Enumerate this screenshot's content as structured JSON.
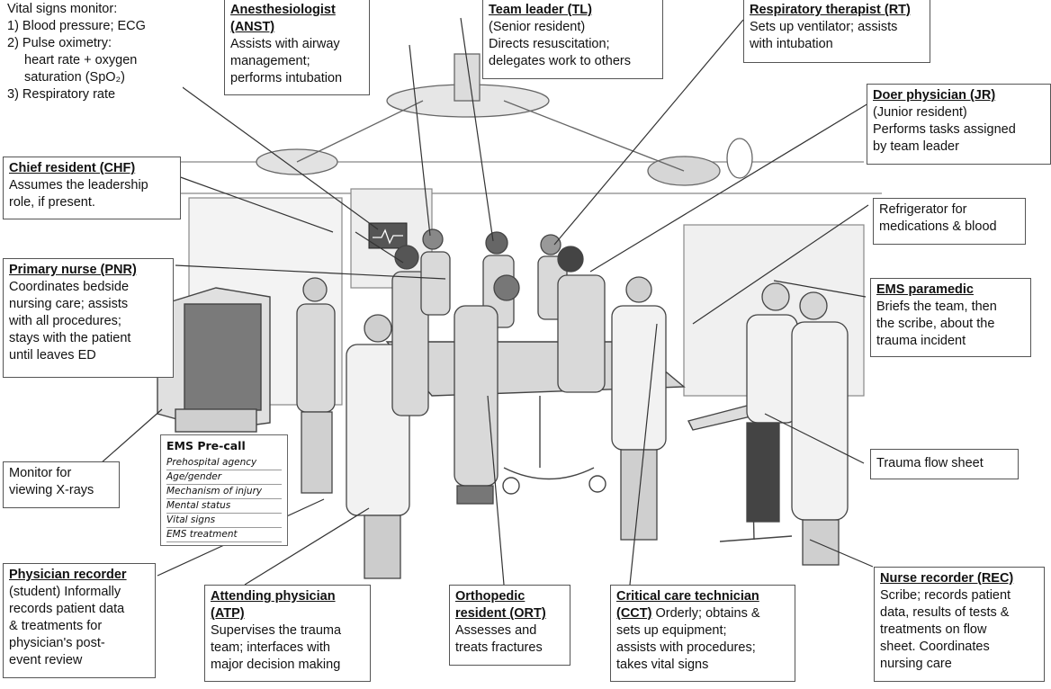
{
  "vitals": {
    "line1": "Vital signs monitor:",
    "line2": "1) Blood pressure; ECG",
    "line3": "2) Pulse oximetry:",
    "line4": "heart rate + oxygen",
    "line5": "saturation (SpO₂)",
    "line6": "3) Respiratory rate"
  },
  "anst": {
    "title": "Anesthesiologist",
    "title2": "(ANST)",
    "l1": "Assists with airway",
    "l2": "management;",
    "l3": "performs intubation"
  },
  "tl": {
    "title": "Team leader (TL)",
    "l1": "(Senior resident)",
    "l2": "Directs resuscitation;",
    "l3": "delegates work to others"
  },
  "rt": {
    "title": "Respiratory therapist (RT)",
    "l1": "Sets up ventilator; assists",
    "l2": "with intubation"
  },
  "jr": {
    "title": "Doer physician (JR)",
    "l1": "(Junior resident)",
    "l2": "Performs tasks assigned",
    "l3": "by team leader"
  },
  "chf": {
    "title": "Chief resident (CHF)",
    "l1": "Assumes the leadership",
    "l2": "role, if present."
  },
  "fridge": {
    "l1": "Refrigerator for",
    "l2": "medications & blood"
  },
  "pnr": {
    "title": "Primary nurse (PNR)",
    "l1": "Coordinates bedside",
    "l2": "nursing care; assists",
    "l3": "with all procedures;",
    "l4": "stays with the patient",
    "l5": "until leaves ED"
  },
  "ems": {
    "title": "EMS paramedic",
    "l1": "Briefs the team, then",
    "l2": "the scribe, about the",
    "l3": "trauma incident"
  },
  "flow": {
    "l1": "Trauma flow sheet"
  },
  "xray": {
    "l1": "Monitor for",
    "l2": "viewing X-rays"
  },
  "precall": {
    "title": "EMS Pre-call",
    "items": [
      "Prehospital agency",
      "Age/gender",
      "Mechanism of injury",
      "Mental status",
      "Vital signs",
      "EMS treatment"
    ]
  },
  "pr": {
    "title": "Physician recorder",
    "l1": "(student) Informally",
    "l2": "records patient data",
    "l3": "& treatments for",
    "l4": "physician's post-",
    "l5": "event review"
  },
  "atp": {
    "title": "Attending physician",
    "title2": "(ATP)",
    "l1": "Supervises the trauma",
    "l2": "team; interfaces with",
    "l3": "major decision making"
  },
  "ort": {
    "title": "Orthopedic",
    "title2": "resident (ORT)",
    "l1": "Assesses and",
    "l2": "treats fractures"
  },
  "cct": {
    "title": "Critical care technician",
    "title2": "(CCT)",
    "l1": " Orderly; obtains &",
    "l2": "sets up equipment;",
    "l3": "assists with procedures;",
    "l4": "takes vital signs"
  },
  "rec": {
    "title": "Nurse recorder (REC)",
    "l1": "Scribe; records patient",
    "l2": "data, results of tests &",
    "l3": "treatments on flow",
    "l4": "sheet. Coordinates",
    "l5": "nursing care"
  },
  "colors": {
    "stroke": "#555555",
    "figure": "#d9d9d9",
    "coat": "#f2f2f2",
    "line": "#333333"
  }
}
